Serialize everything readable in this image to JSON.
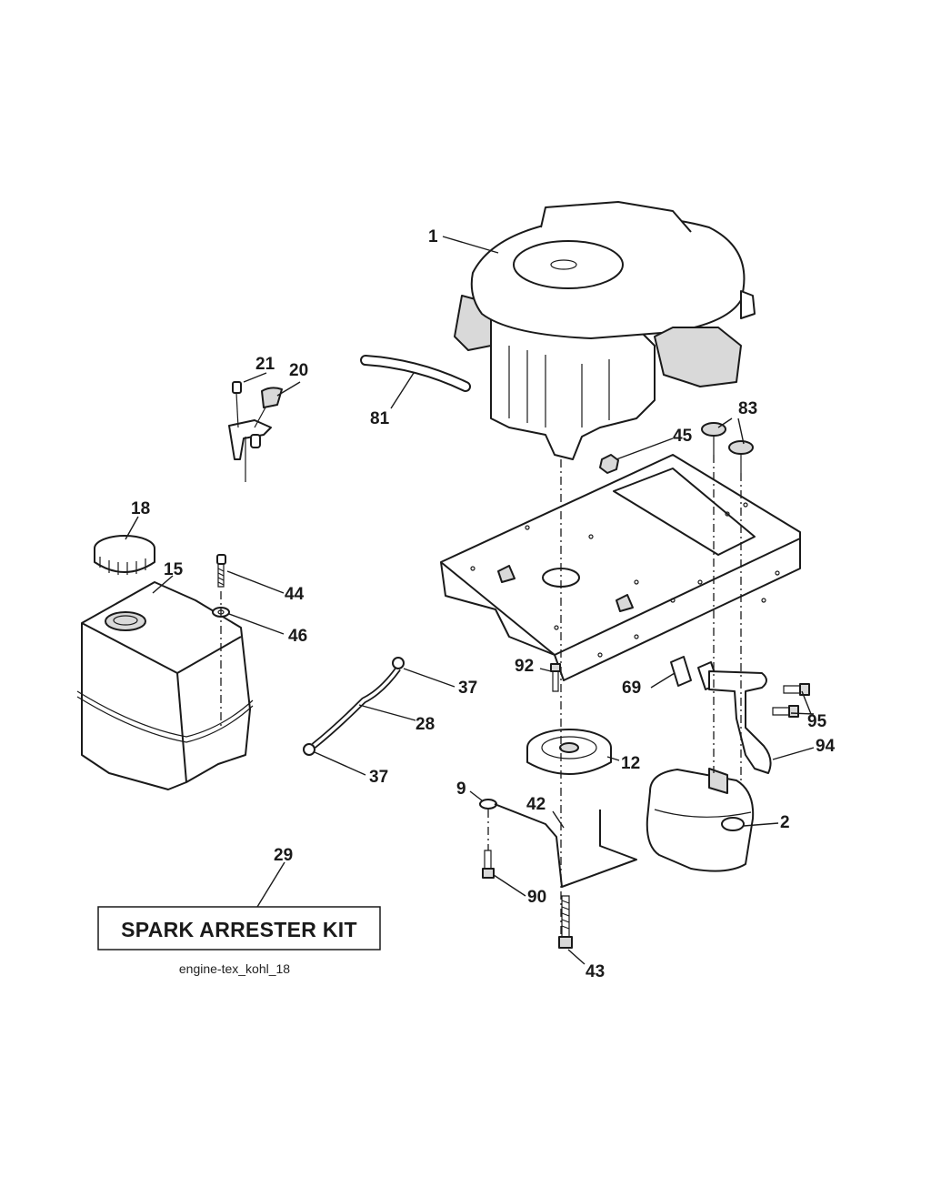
{
  "callouts": {
    "c1": "1",
    "c2": "2",
    "c9": "9",
    "c12": "12",
    "c15": "15",
    "c18": "18",
    "c20": "20",
    "c21": "21",
    "c28": "28",
    "c29": "29",
    "c37a": "37",
    "c37b": "37",
    "c42": "42",
    "c43": "43",
    "c44": "44",
    "c45": "45",
    "c46": "46",
    "c69": "69",
    "c81": "81",
    "c83": "83",
    "c90": "90",
    "c92": "92",
    "c94": "94",
    "c95": "95"
  },
  "kit_label": "SPARK ARRESTER KIT",
  "caption": "engine-tex_kohl_18"
}
